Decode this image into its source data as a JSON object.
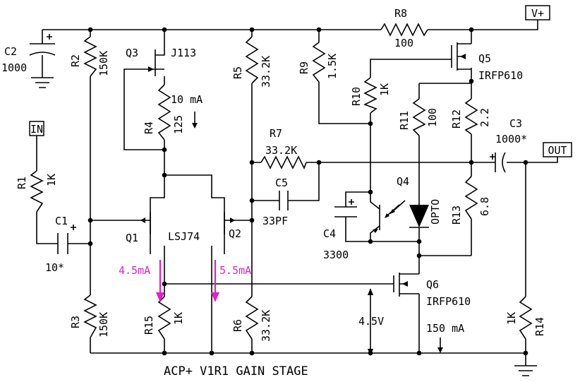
{
  "title": "ACP+ V1R1 GAIN STAGE",
  "ports": {
    "vplus": "V+",
    "in": "IN",
    "out": "OUT"
  },
  "components": {
    "R1": {
      "ref": "R1",
      "value": "1K"
    },
    "R2": {
      "ref": "R2",
      "value": "150K"
    },
    "R3": {
      "ref": "R3",
      "value": "150K"
    },
    "R4": {
      "ref": "R4",
      "value": "125"
    },
    "R5": {
      "ref": "R5",
      "value": "33.2K"
    },
    "R6": {
      "ref": "R6",
      "value": "33.2K"
    },
    "R7": {
      "ref": "R7",
      "value": "33.2K"
    },
    "R8": {
      "ref": "R8",
      "value": "100"
    },
    "R9": {
      "ref": "R9",
      "value": "1.5K"
    },
    "R10": {
      "ref": "R10",
      "value": "1K"
    },
    "R11": {
      "ref": "R11",
      "value": "100"
    },
    "R12": {
      "ref": "R12",
      "value": "2.2"
    },
    "R13": {
      "ref": "R13",
      "value": "6.8"
    },
    "R14": {
      "ref": "R14",
      "value": "1K"
    },
    "R15": {
      "ref": "R15",
      "value": "1K"
    },
    "C1": {
      "ref": "C1",
      "value": "10*"
    },
    "C2": {
      "ref": "C2",
      "value": "1000"
    },
    "C3": {
      "ref": "C3",
      "value": "1000*"
    },
    "C4": {
      "ref": "C4",
      "value": "3300"
    },
    "C5": {
      "ref": "C5",
      "value": "33PF"
    },
    "Q1": {
      "ref": "Q1"
    },
    "Q2": {
      "ref": "Q2"
    },
    "Q1Q2": {
      "part": "LSJ74"
    },
    "Q3": {
      "ref": "Q3",
      "part": "J113"
    },
    "Q4": {
      "ref": "Q4",
      "part": "OPTO"
    },
    "Q5": {
      "ref": "Q5",
      "part": "IRFP610"
    },
    "Q6": {
      "ref": "Q6",
      "part": "IRFP610"
    }
  },
  "annotations": {
    "q3_current": "10 mA",
    "q1_current": "4.5mA",
    "q2_current": "5.5mA",
    "bias_voltage": "4.5V",
    "q6_current": "150 mA"
  },
  "colors": {
    "wire": "#000000",
    "current_annotation": "#e020c8",
    "background": "#ffffff"
  }
}
